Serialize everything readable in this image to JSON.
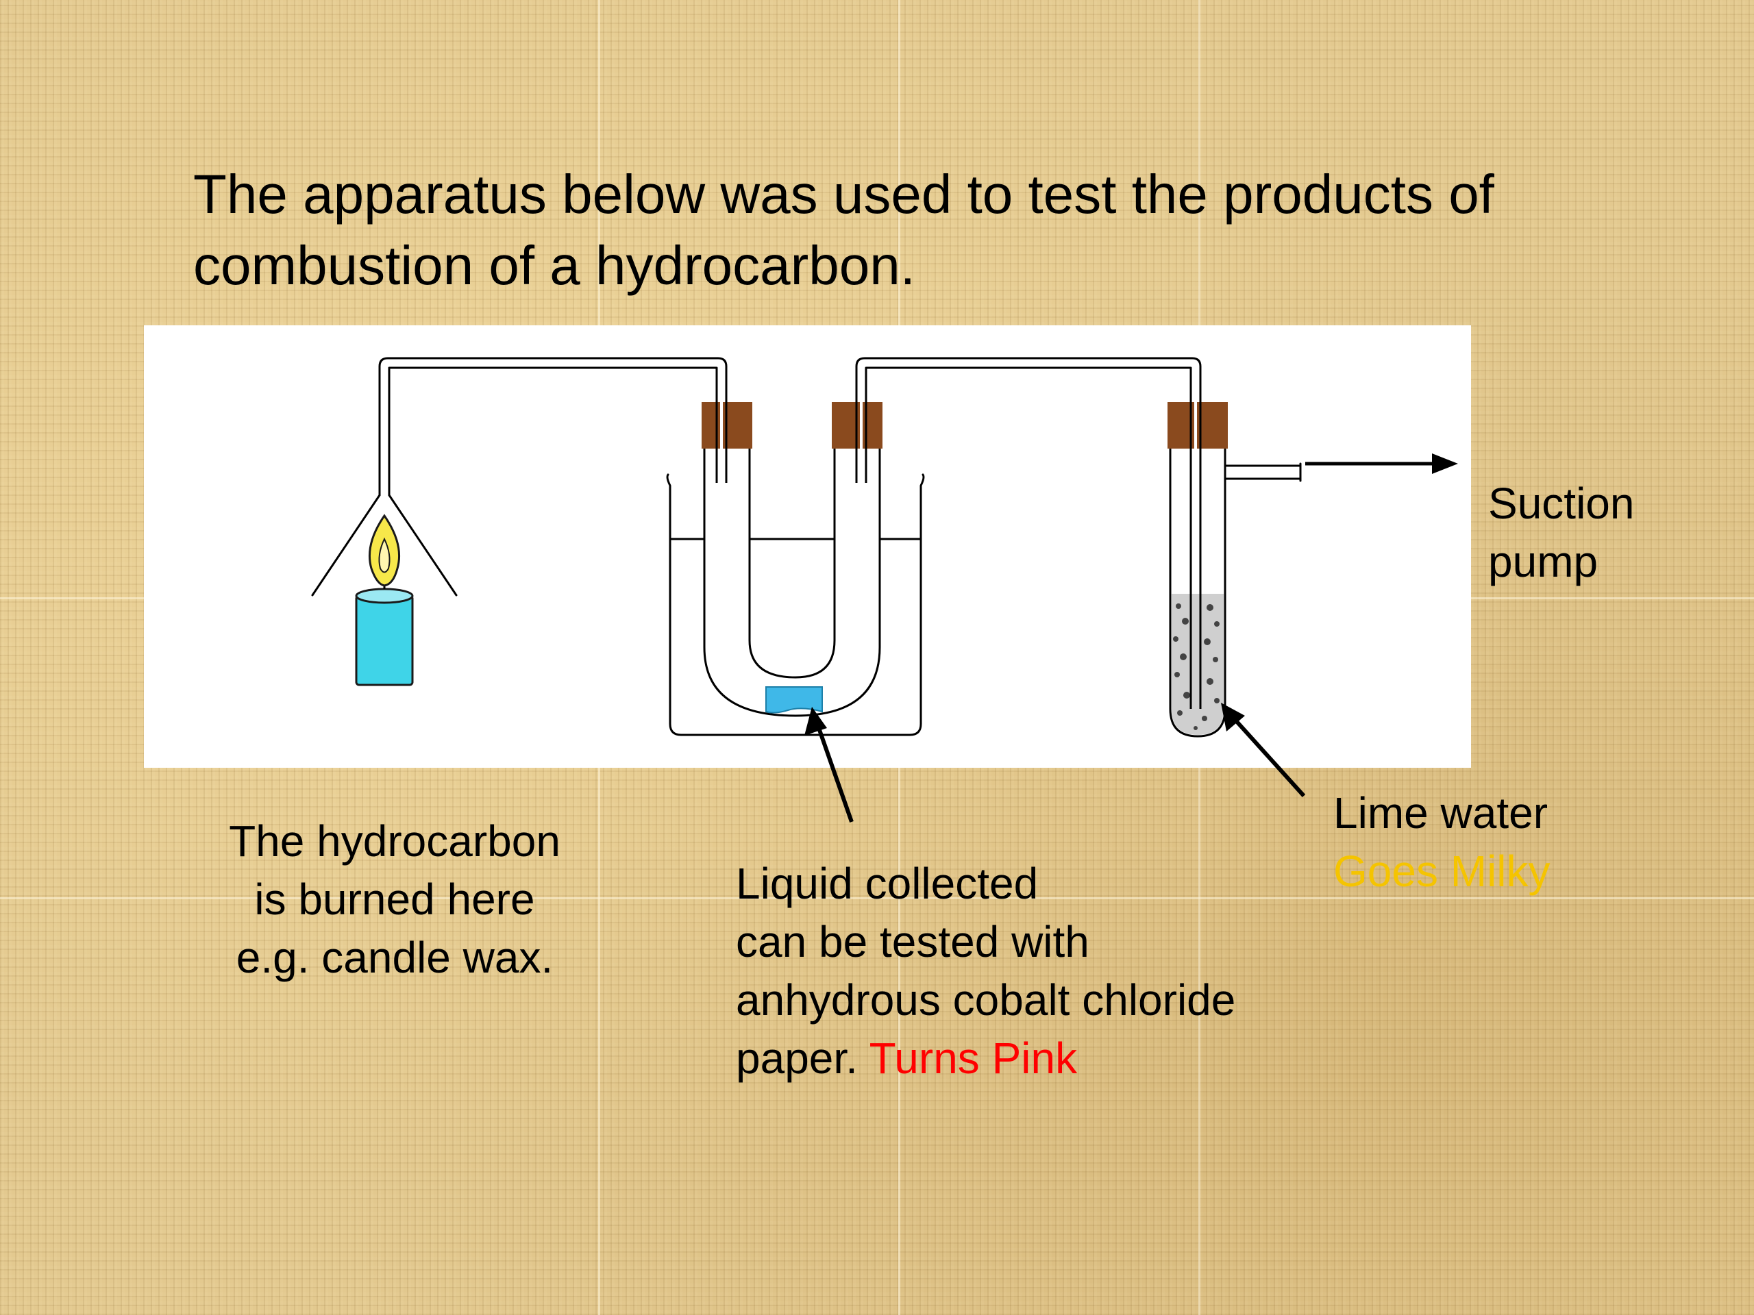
{
  "title": "The apparatus below was used to test the products of combustion of a hydrocarbon.",
  "labels": {
    "suction_pump": {
      "line1": "Suction",
      "line2": "pump"
    },
    "hydrocarbon": {
      "line1": "The hydrocarbon",
      "line2": "is burned here",
      "line3": "e.g. candle wax."
    },
    "liquid": {
      "line1": "Liquid collected",
      "line2": "can be tested with",
      "line3": "anhydrous cobalt chloride",
      "line4_prefix": "paper. ",
      "line4_result": "Turns Pink"
    },
    "lime_water": {
      "line1": "Lime water",
      "line2": "Goes Milky"
    }
  },
  "colors": {
    "background": "#e3c98f",
    "pink_result": "#ff0000",
    "milky_result": "#f5c400",
    "candle": "#3fd4e8",
    "flame": "#f7e84a",
    "cork": "#8a4a1e",
    "cobalt_paper": "#3fb8e8"
  }
}
